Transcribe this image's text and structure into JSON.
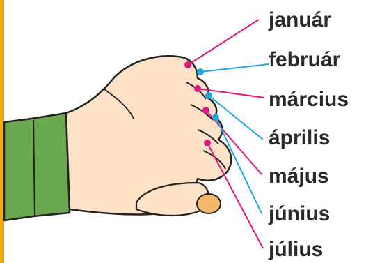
{
  "months": [
    {
      "label": "január",
      "color": "#e0157f"
    },
    {
      "label": "február",
      "color": "#1aa9df"
    },
    {
      "label": "március",
      "color": "#e0157f"
    },
    {
      "label": "április",
      "color": "#1aa9df"
    },
    {
      "label": "május",
      "color": "#e0157f"
    },
    {
      "label": "június",
      "color": "#1aa9df"
    },
    {
      "label": "július",
      "color": "#e0157f"
    }
  ],
  "colors": {
    "border": "#f2a900",
    "skin": "#fde2c8",
    "nail": "#f5b86a",
    "sleeve": "#6aa84f",
    "outline": "#222222"
  }
}
